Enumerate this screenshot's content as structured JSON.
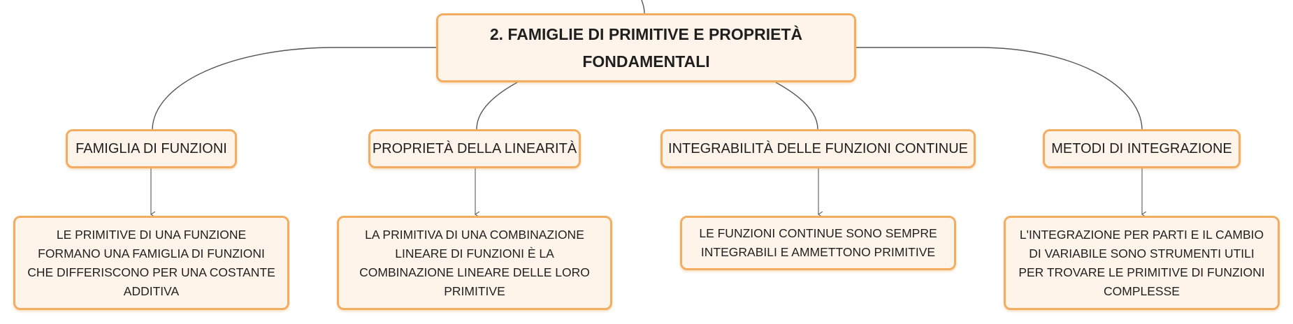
{
  "root": {
    "label": "2. FAMIGLIE DI PRIMITIVE E PROPRIETÀ FONDAMENTALI"
  },
  "branches": [
    {
      "label": "FAMIGLIA DI FUNZIONI",
      "detail": "LE PRIMITIVE DI UNA FUNZIONE FORMANO UNA FAMIGLIA DI FUNZIONI CHE DIFFERISCONO PER UNA COSTANTE ADDITIVA"
    },
    {
      "label": "PROPRIETÀ DELLA LINEARITÀ",
      "detail": "LA PRIMITIVA DI UNA COMBINAZIONE LINEARE DI FUNZIONI È LA COMBINAZIONE LINEARE DELLE LORO PRIMITIVE"
    },
    {
      "label": "INTEGRABILITÀ DELLE FUNZIONI CONTINUE",
      "detail": "LE FUNZIONI CONTINUE SONO SEMPRE INTEGRABILI E AMMETTONO PRIMITIVE"
    },
    {
      "label": "METODI DI INTEGRAZIONE",
      "detail": "L'INTEGRAZIONE PER PARTI E IL CAMBIO DI VARIABILE SONO STRUMENTI UTILI PER TROVARE LE PRIMITIVE DI FUNZIONI COMPLESSE"
    }
  ],
  "colors": {
    "node_fill": "#fff4ea",
    "node_border": "#f3ad61",
    "connector": "#555555"
  }
}
